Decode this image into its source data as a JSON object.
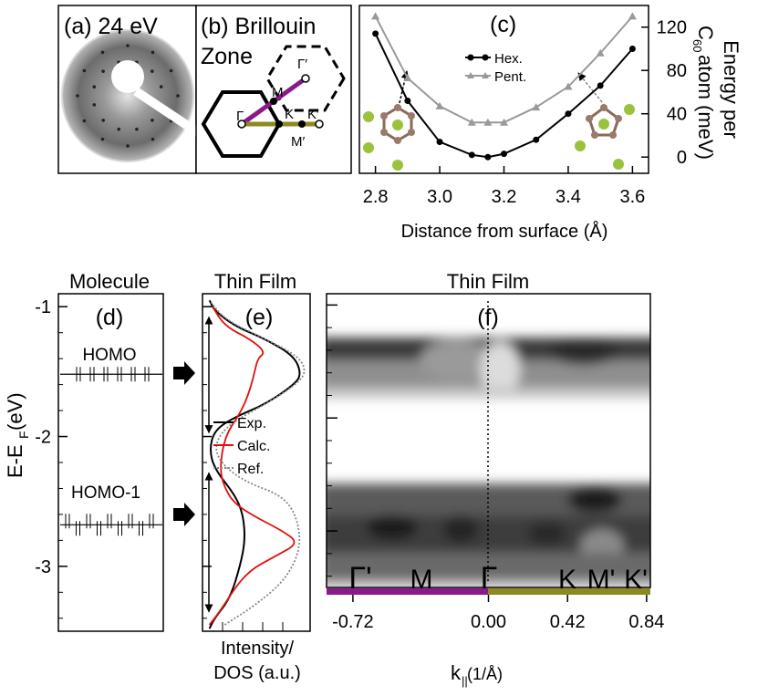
{
  "panel_a": {
    "label": "(a) 24 eV"
  },
  "panel_b": {
    "label": "(b) Brillouin",
    "label2": "Zone",
    "points": {
      "gamma": "Γ",
      "gamma_prime": "Γ′",
      "m": "M",
      "k": "K",
      "k_prime": "K′",
      "m_prime": "M′"
    },
    "colors": {
      "path_gm": "#8a1a8a",
      "path_gk": "#8c8a1e"
    }
  },
  "panel_d": {
    "title": "Molecule",
    "label": "(d)",
    "homo": "HOMO",
    "homo1": "HOMO-1"
  },
  "panel_e": {
    "title": "Thin Film",
    "label": "(e)",
    "legend": [
      "Exp.",
      "Calc.",
      "Ref."
    ],
    "xlabel1": "Intensity/",
    "xlabel2": "DOS (a.u.)",
    "colors": {
      "exp": "#000000",
      "calc": "#e01010",
      "ref": "#888888"
    }
  },
  "panel_f": {
    "title": "Thin Film",
    "label": "(f)",
    "k_points": [
      "Γ'",
      "M",
      "Γ",
      "K",
      "M'",
      "K'"
    ],
    "xticks": [
      "-0.72",
      "0.00",
      "0.42",
      "0.84"
    ],
    "xlabel_main": "k",
    "xlabel_sub": "||",
    "xlabel_unit": " (1/Å)",
    "colors": {
      "left_bar": "#8a1a8a",
      "right_bar": "#8c8a1e"
    }
  },
  "shared": {
    "ylabel": "E-E",
    "ylabel_sub": "F",
    "ylabel_unit": " (eV)"
  },
  "chart_data": [
    {
      "panel": "c",
      "type": "line",
      "label": "(c)",
      "xlabel": "Distance from surface (Å)",
      "ylabel_lines": [
        "Energy per",
        "C",
        "atom (meV)"
      ],
      "ylabel_sub": "60",
      "xlim": [
        2.75,
        3.65
      ],
      "ylim": [
        -15,
        140
      ],
      "xticks": [
        "2.8",
        "3.0",
        "3.2",
        "3.4",
        "3.6"
      ],
      "yticks": [
        "0",
        "40",
        "80",
        "120"
      ],
      "x": [
        2.8,
        2.9,
        3.0,
        3.1,
        3.15,
        3.2,
        3.3,
        3.4,
        3.5,
        3.6
      ],
      "series": [
        {
          "name": "Hex.",
          "color": "#000000",
          "marker": "circle",
          "values": [
            114,
            52,
            14,
            2,
            0,
            3,
            16,
            40,
            66,
            100
          ]
        },
        {
          "name": "Pent.",
          "color": "#999999",
          "marker": "triangle",
          "values": [
            130,
            73,
            47,
            32,
            32,
            32,
            46,
            65,
            96,
            130
          ]
        }
      ]
    },
    {
      "panel": "d",
      "type": "scatter",
      "ylim": [
        -3.5,
        -0.9
      ],
      "yticks": [
        "-1",
        "-2",
        "-3"
      ],
      "levels": [
        -1.52,
        -2.68
      ]
    },
    {
      "panel": "e",
      "type": "line",
      "ylim": [
        -3.5,
        -0.9
      ],
      "yticks": [
        "-1",
        "-2",
        "-3"
      ],
      "series": [
        {
          "name": "Exp.",
          "points": [
            [
              0.05,
              -3.48
            ],
            [
              0.1,
              -3.4
            ],
            [
              0.25,
              -3.25
            ],
            [
              0.35,
              -3.0
            ],
            [
              0.4,
              -2.8
            ],
            [
              0.38,
              -2.6
            ],
            [
              0.3,
              -2.45
            ],
            [
              0.1,
              -2.25
            ],
            [
              0.05,
              -2.1
            ],
            [
              0.1,
              -1.95
            ],
            [
              0.3,
              -1.85
            ],
            [
              0.6,
              -1.75
            ],
            [
              0.88,
              -1.6
            ],
            [
              0.95,
              -1.52
            ],
            [
              0.88,
              -1.38
            ],
            [
              0.6,
              -1.25
            ],
            [
              0.3,
              -1.15
            ],
            [
              0.1,
              -1.03
            ],
            [
              0.05,
              -0.95
            ]
          ]
        },
        {
          "name": "Calc.",
          "points": [
            [
              0.05,
              -3.45
            ],
            [
              0.15,
              -3.35
            ],
            [
              0.4,
              -3.05
            ],
            [
              0.7,
              -2.92
            ],
            [
              0.93,
              -2.82
            ],
            [
              0.75,
              -2.72
            ],
            [
              0.5,
              -2.62
            ],
            [
              0.3,
              -2.52
            ],
            [
              0.2,
              -2.4
            ],
            [
              0.15,
              -2.25
            ],
            [
              0.2,
              -2.0
            ],
            [
              0.35,
              -1.82
            ],
            [
              0.42,
              -1.7
            ],
            [
              0.48,
              -1.55
            ],
            [
              0.52,
              -1.4
            ],
            [
              0.6,
              -1.35
            ],
            [
              0.45,
              -1.25
            ],
            [
              0.2,
              -1.15
            ],
            [
              0.08,
              -1.0
            ]
          ]
        },
        {
          "name": "Ref.",
          "points": [
            [
              0.2,
              -3.45
            ],
            [
              0.5,
              -3.3
            ],
            [
              0.8,
              -3.1
            ],
            [
              0.95,
              -2.85
            ],
            [
              0.9,
              -2.6
            ],
            [
              0.75,
              -2.45
            ],
            [
              0.4,
              -2.35
            ],
            [
              0.15,
              -2.2
            ],
            [
              0.1,
              -2.05
            ],
            [
              0.25,
              -1.9
            ],
            [
              0.6,
              -1.75
            ],
            [
              0.9,
              -1.6
            ],
            [
              1.0,
              -1.5
            ],
            [
              0.92,
              -1.38
            ],
            [
              0.6,
              -1.25
            ],
            [
              0.2,
              -1.1
            ],
            [
              0.05,
              -0.95
            ]
          ]
        }
      ],
      "arrows": [
        [
          -1.08,
          -1.97
        ],
        [
          -2.28,
          -3.35
        ]
      ]
    },
    {
      "panel": "f",
      "type": "heatmap",
      "xlim": [
        -0.86,
        0.86
      ],
      "ylim": [
        -3.5,
        -0.9
      ],
      "yticks": [
        "-1",
        "-2",
        "-3"
      ]
    }
  ]
}
